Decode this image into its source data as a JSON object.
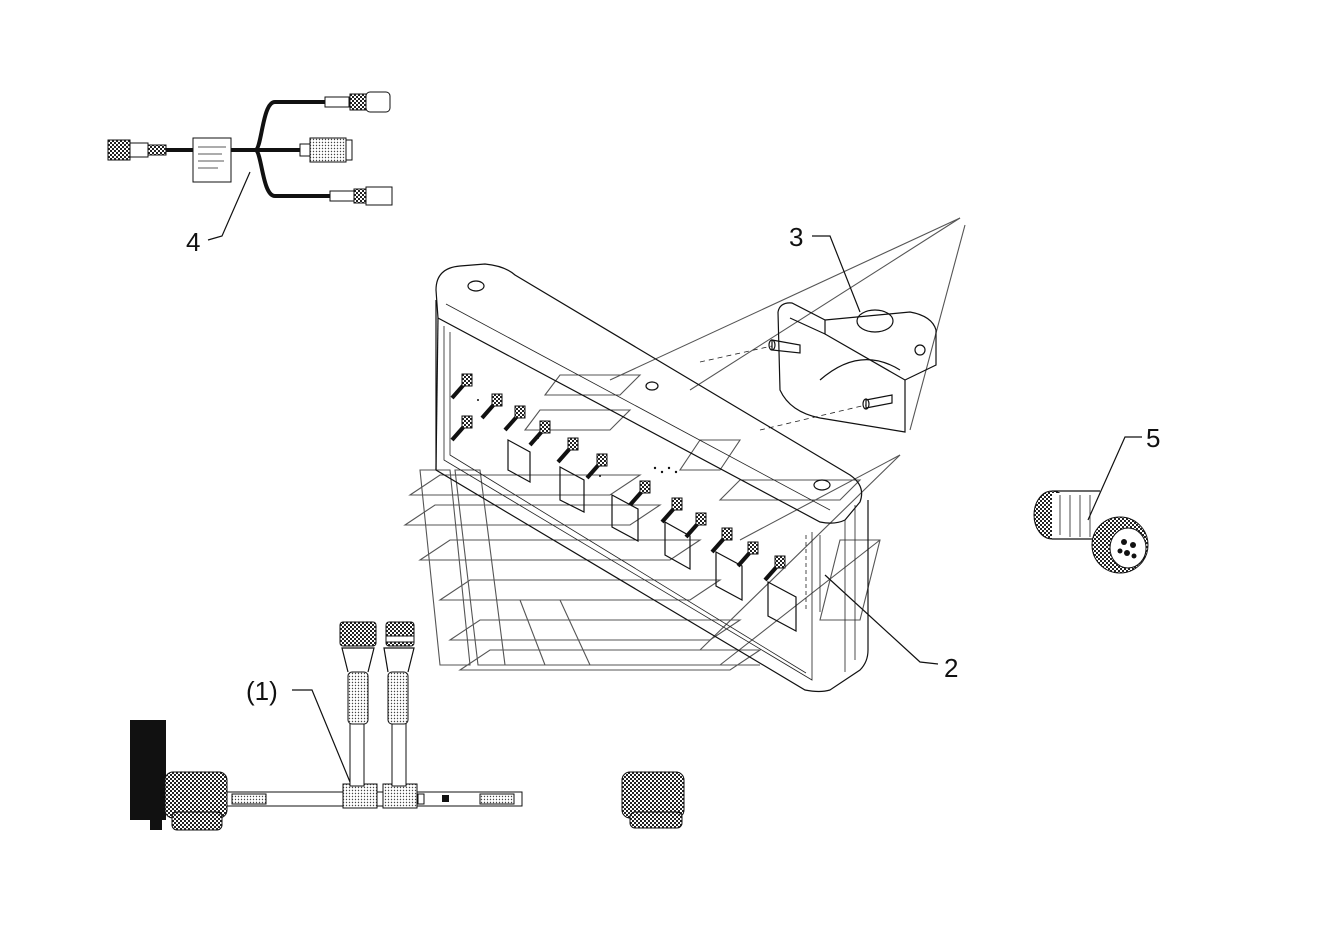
{
  "callouts": {
    "c1": "(1)",
    "c2": "2",
    "c3": "3",
    "c4": "4",
    "c5": "5"
  }
}
